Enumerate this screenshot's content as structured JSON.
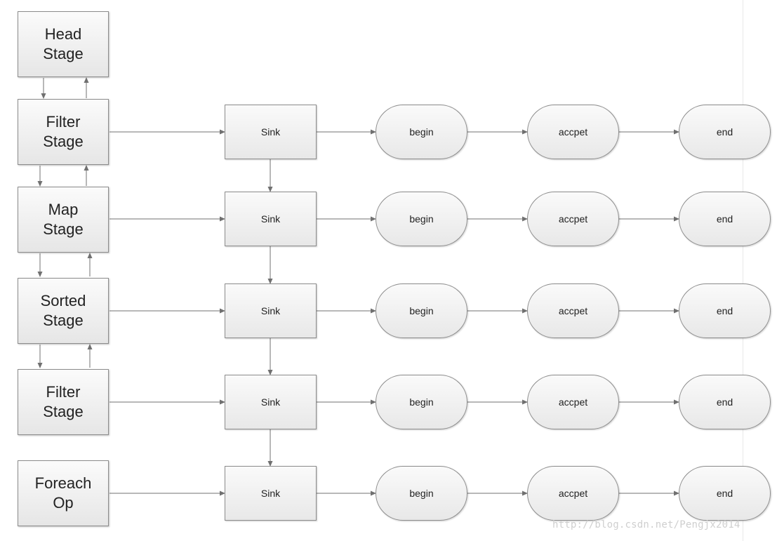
{
  "stages": [
    {
      "label": "Head\nStage"
    },
    {
      "label": "Filter\nStage"
    },
    {
      "label": "Map\nStage"
    },
    {
      "label": "Sorted\nStage"
    },
    {
      "label": "Filter\nStage"
    },
    {
      "label": "Foreach\nOp"
    }
  ],
  "rows": [
    {
      "sink": "Sink",
      "begin": "begin",
      "accept": "accpet",
      "end": "end"
    },
    {
      "sink": "Sink",
      "begin": "begin",
      "accept": "accpet",
      "end": "end"
    },
    {
      "sink": "Sink",
      "begin": "begin",
      "accept": "accpet",
      "end": "end"
    },
    {
      "sink": "Sink",
      "begin": "begin",
      "accept": "accpet",
      "end": "end"
    },
    {
      "sink": "Sink",
      "begin": "begin",
      "accept": "accpet",
      "end": "end"
    }
  ],
  "watermark": "http://blog.csdn.net/Pengjx2014",
  "colors": {
    "stroke": "#707070",
    "node_fill": "#efefef",
    "border": "#8c8c8c"
  }
}
